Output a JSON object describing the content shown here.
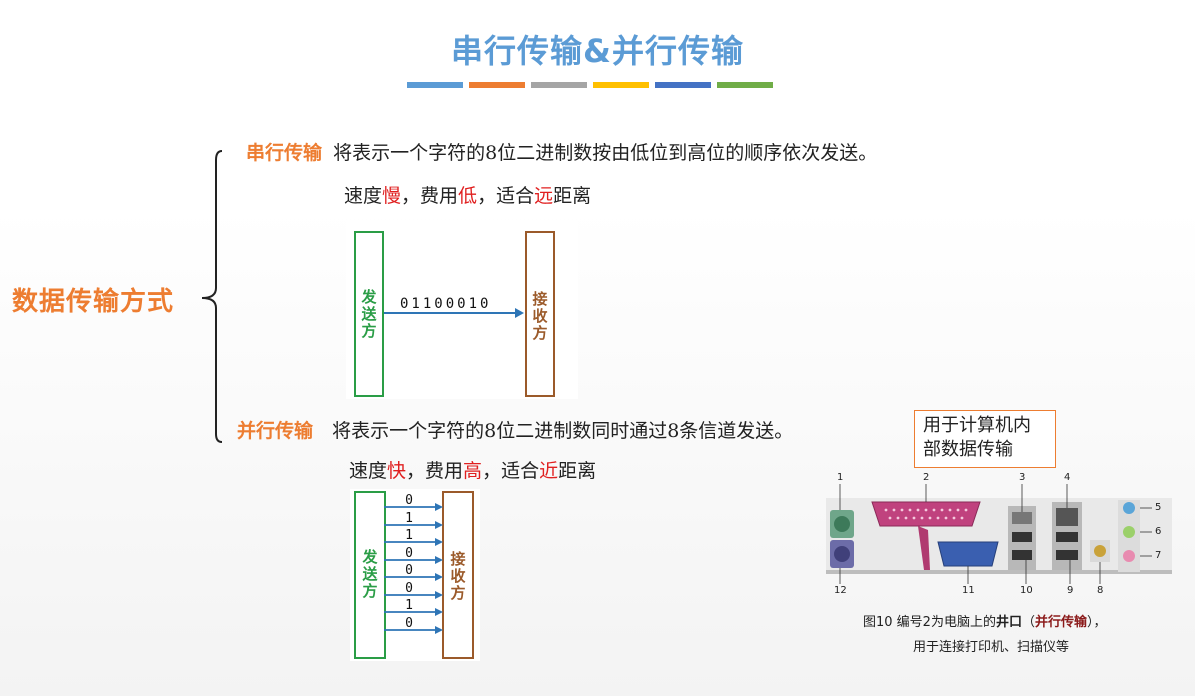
{
  "slide": {
    "title": "串行传输&并行传输",
    "accent_strip_colors": [
      "#5b9bd5",
      "#ed7d31",
      "#a5a5a5",
      "#ffc000",
      "#4472c4",
      "#70ad47"
    ],
    "main_label": "数据传输方式"
  },
  "serial": {
    "label": "串行传输",
    "description": "将表示一个字符的8位二进制数按由低位到高位的顺序依次发送。",
    "speed_prefix": "速度",
    "speed": "慢",
    "cost_prefix": "，费用",
    "cost": "低",
    "distance_prefix": "，适合",
    "distance": "远",
    "distance_suffix": "距离",
    "diagram": {
      "sender": "发送方",
      "receiver": "接收方",
      "bits": "01100010"
    }
  },
  "parallel": {
    "label": "并行传输",
    "description": "将表示一个字符的8位二进制数同时通过8条信道发送。",
    "speed_prefix": "速度",
    "speed": "快",
    "cost_prefix": "，费用",
    "cost": "高",
    "distance_prefix": "，适合",
    "distance": "近",
    "distance_suffix": "距离",
    "diagram": {
      "sender": "发送方",
      "receiver": "接收方",
      "bits": [
        "0",
        "1",
        "1",
        "0",
        "0",
        "0",
        "1",
        "0"
      ]
    }
  },
  "callout": {
    "line1": "用于计算机内",
    "line2": "部数据传输"
  },
  "photo": {
    "port_numbers_top": [
      "1",
      "2",
      "3",
      "4"
    ],
    "port_numbers_right": [
      "5",
      "6",
      "7"
    ],
    "port_numbers_bottom": [
      "12",
      "11",
      "10",
      "9",
      "8"
    ],
    "caption_line1_prefix": "图10  编号2为电脑上的",
    "caption_line1_bold": "井口",
    "caption_line1_open": "（",
    "caption_line1_emph": "并行传输",
    "caption_line1_close": "），",
    "caption_line2": "用于连接打印机、扫描仪等"
  }
}
